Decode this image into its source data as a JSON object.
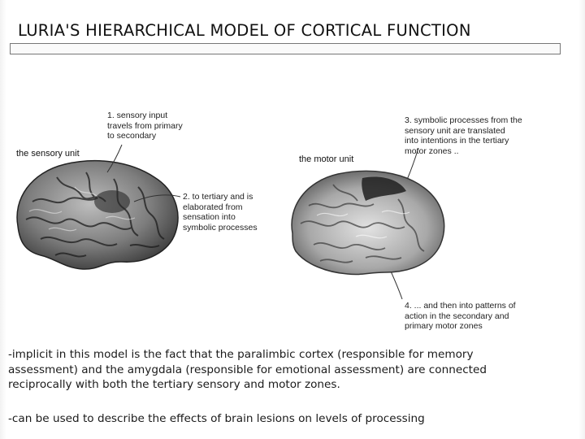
{
  "title": "LURIA'S HIERARCHICAL MODEL OF CORTICAL FUNCTION",
  "left_panel": {
    "unit_label": "the sensory unit",
    "annotations": [
      [
        "1. sensory input",
        "travels from primary",
        "to secondary"
      ],
      [
        "2. to tertiary and is",
        "elaborated from",
        "sensation into",
        "symbolic processes"
      ]
    ]
  },
  "right_panel": {
    "unit_label": "the motor unit",
    "annotations": [
      [
        "3. symbolic processes from the",
        "sensory unit are translated",
        "into intentions in the tertiary",
        "motor zones .."
      ],
      [
        "4. ... and then into patterns of",
        "action in the secondary and",
        "primary motor zones"
      ]
    ]
  },
  "body": {
    "paragraph_1": [
      "-implicit in this model is the fact that the paralimbic cortex (responsible for memory",
      "assessment) and the amygdala (responsible for emotional assessment) are connected",
      "reciprocally with both the tertiary sensory and motor zones."
    ],
    "paragraph_2": "-can be used to describe the effects of brain lesions on levels of processing"
  },
  "colors": {
    "brain_dark": "#3a3a3a",
    "brain_light": "#c9c9c9",
    "title_bar_border": "#777777"
  },
  "icons": {
    "left_brain": "brain-illustration",
    "right_brain": "brain-illustration"
  }
}
